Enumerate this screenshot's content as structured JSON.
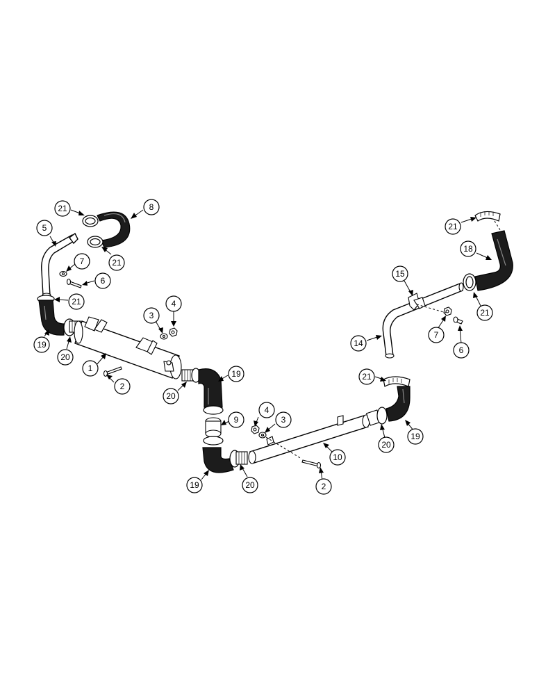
{
  "callouts": {
    "c1": "1",
    "c2a": "2",
    "c2b": "2",
    "c3a": "3",
    "c3b": "3",
    "c4a": "4",
    "c4b": "4",
    "c5": "5",
    "c6a": "6",
    "c6b": "6",
    "c7a": "7",
    "c7b": "7",
    "c8": "8",
    "c9": "9",
    "c10": "10",
    "c14": "14",
    "c15": "15",
    "c18": "18",
    "c19a": "19",
    "c19b": "19",
    "c19c": "19",
    "c19d": "19",
    "c20a": "20",
    "c20b": "20",
    "c20c": "20",
    "c20d": "20",
    "c21a": "21",
    "c21b": "21",
    "c21c": "21",
    "c21d": "21",
    "c21e": "21",
    "c21f": "21"
  }
}
